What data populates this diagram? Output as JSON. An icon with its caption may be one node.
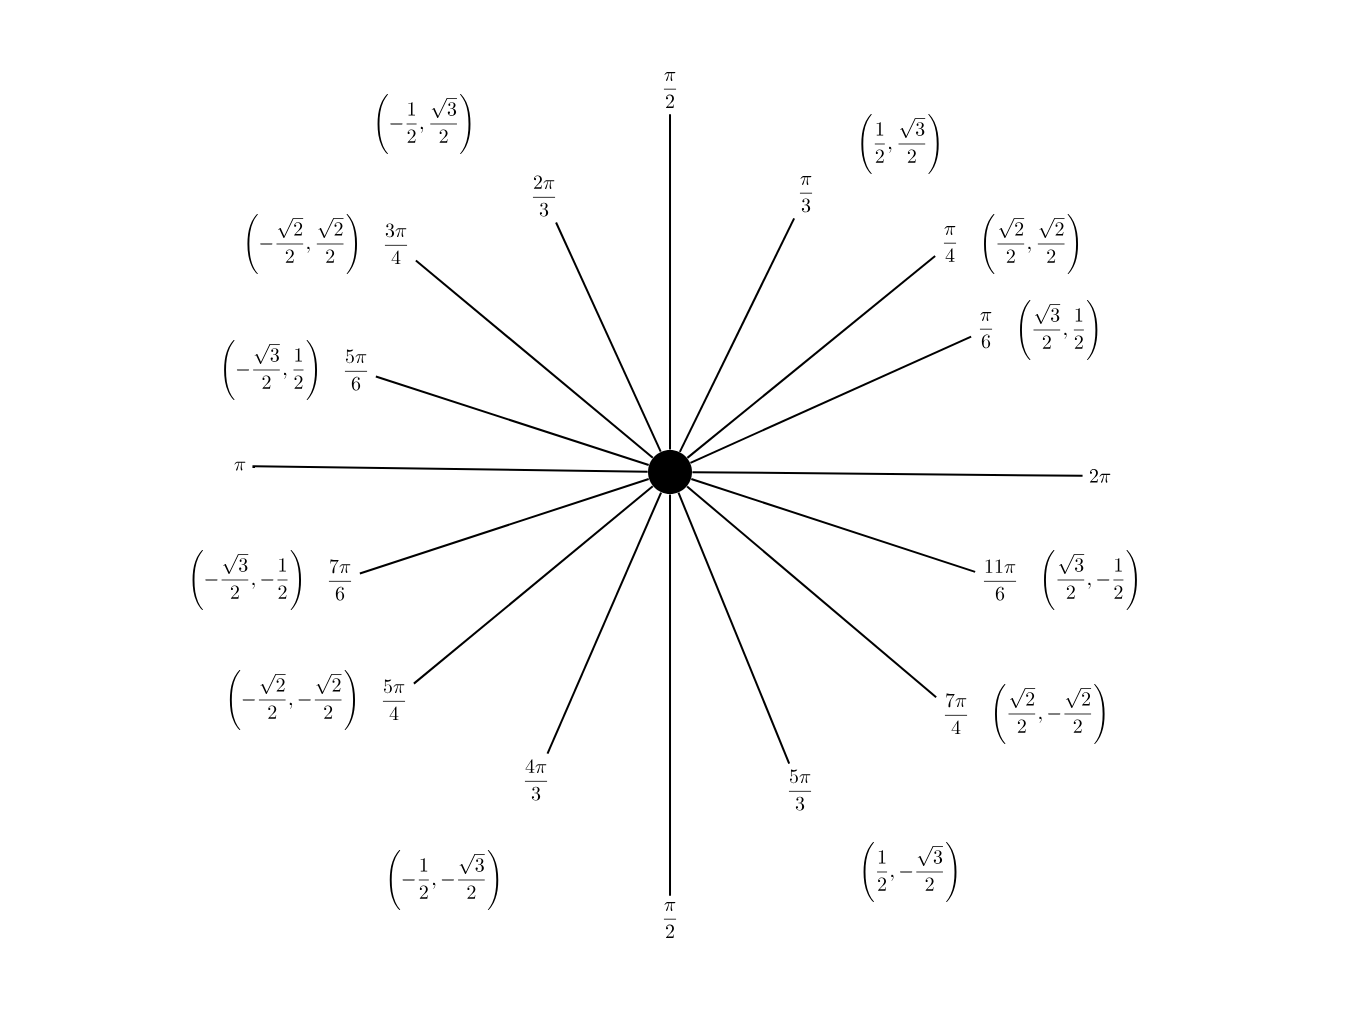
{
  "diagram": {
    "nodes": [
      {
        "text": [],
        "shape": "circle"
      },
      {
        "text": [
          "\\frac{\\pi}{2}"
        ]
      },
      {
        "text": [
          "\\frac{\\pi}{3}"
        ],
        "beside": [
          "\\left(\\frac{1}{2},\\frac{\\sqrt{3}}{2}\\right)"
        ]
      },
      {
        "text": [
          "\\frac{\\pi}{4}"
        ],
        "beside": [
          "\\left(\\frac{\\sqrt{2}}{2},\\frac{\\sqrt{2}}{2}\\right)"
        ]
      },
      {
        "text": [
          "\\frac{\\pi}{6}"
        ],
        "beside": [
          "\\left(\\frac{\\sqrt{3}}{2},\\frac{1}{2}\\right)"
        ]
      },
      {
        "text": [
          "2\\pi"
        ]
      },
      {
        "text": [
          "\\frac{11\\pi}{6}"
        ],
        "beside": [
          "\\left(\\frac{\\sqrt{3}}{2},-\\frac{1}{2}\\right)"
        ]
      },
      {
        "text": [
          "\\frac{7\\pi}{4}"
        ],
        "beside": [
          "\\left(\\frac{\\sqrt{2}}{2},-\\frac{\\sqrt{2}}{2}\\right)"
        ]
      },
      {
        "text": [
          "\\frac{5\\pi}{3}"
        ],
        "beside": [
          "\\left(\\frac{1}{2},-\\frac{\\sqrt{3}}{2}\\right)"
        ]
      },
      {
        "text": [
          "\\frac{\\pi}{2}"
        ]
      },
      {
        "text": [
          "\\frac{4\\pi}{3}"
        ],
        "beside": [
          "\\left(-\\frac{1}{2},-\\frac{\\sqrt{3}}{2}\\right)"
        ]
      },
      {
        "text": [
          "\\frac{5\\pi}{4}"
        ],
        "beside": [
          "\\left(-\\frac{\\sqrt{2}}{2},-\\frac{\\sqrt{2}}{2}\\right)"
        ]
      },
      {
        "text": [
          "\\frac{7\\pi}{6}"
        ],
        "beside": [
          "\\left(-\\frac{\\sqrt{3}}{2},-\\frac{1}{2}\\right)"
        ]
      },
      {
        "text": [
          "\\pi"
        ]
      },
      {
        "text": [
          "\\frac{5\\pi}{6}"
        ],
        "beside": [
          "\\left(-\\frac{\\sqrt{3}}{2},\\frac{1}{2}\\right)"
        ]
      },
      {
        "text": [
          "\\frac{3\\pi}{4}"
        ],
        "beside": [
          "\\left(-\\frac{\\sqrt{2}}{2},\\frac{\\sqrt{2}}{2}\\right)"
        ]
      },
      {
        "text": [
          "\\frac{2\\pi}{3}"
        ],
        "beside": [
          "\\left(-\\frac{1}{2},\\frac{\\sqrt{3}}{2}\\right)"
        ]
      }
    ],
    "edges": [
      {
        "from": 0,
        "to": 1,
        "arrow": "none"
      },
      {
        "from": 0,
        "to": 2,
        "arrow": "none"
      },
      {
        "from": 0,
        "to": 3,
        "arrow": "none"
      },
      {
        "from": 0,
        "to": 4,
        "arrow": "none"
      },
      {
        "from": 0,
        "to": 5,
        "arrow": "none"
      },
      {
        "from": 0,
        "to": 6,
        "arrow": "none"
      },
      {
        "from": 0,
        "to": 7,
        "arrow": "none"
      },
      {
        "from": 0,
        "to": 8,
        "arrow": "none"
      },
      {
        "from": 0,
        "to": 9,
        "arrow": "none"
      },
      {
        "from": 0,
        "to": 10,
        "arrow": "none"
      },
      {
        "from": 0,
        "to": 11,
        "arrow": "none"
      },
      {
        "from": 0,
        "to": 12,
        "arrow": "none"
      },
      {
        "from": 0,
        "to": 13,
        "arrow": "none"
      },
      {
        "from": 0,
        "to": 14,
        "arrow": "none"
      },
      {
        "from": 0,
        "to": 15,
        "arrow": "none"
      },
      {
        "from": 0,
        "to": 16,
        "arrow": "none"
      }
    ]
  }
}
